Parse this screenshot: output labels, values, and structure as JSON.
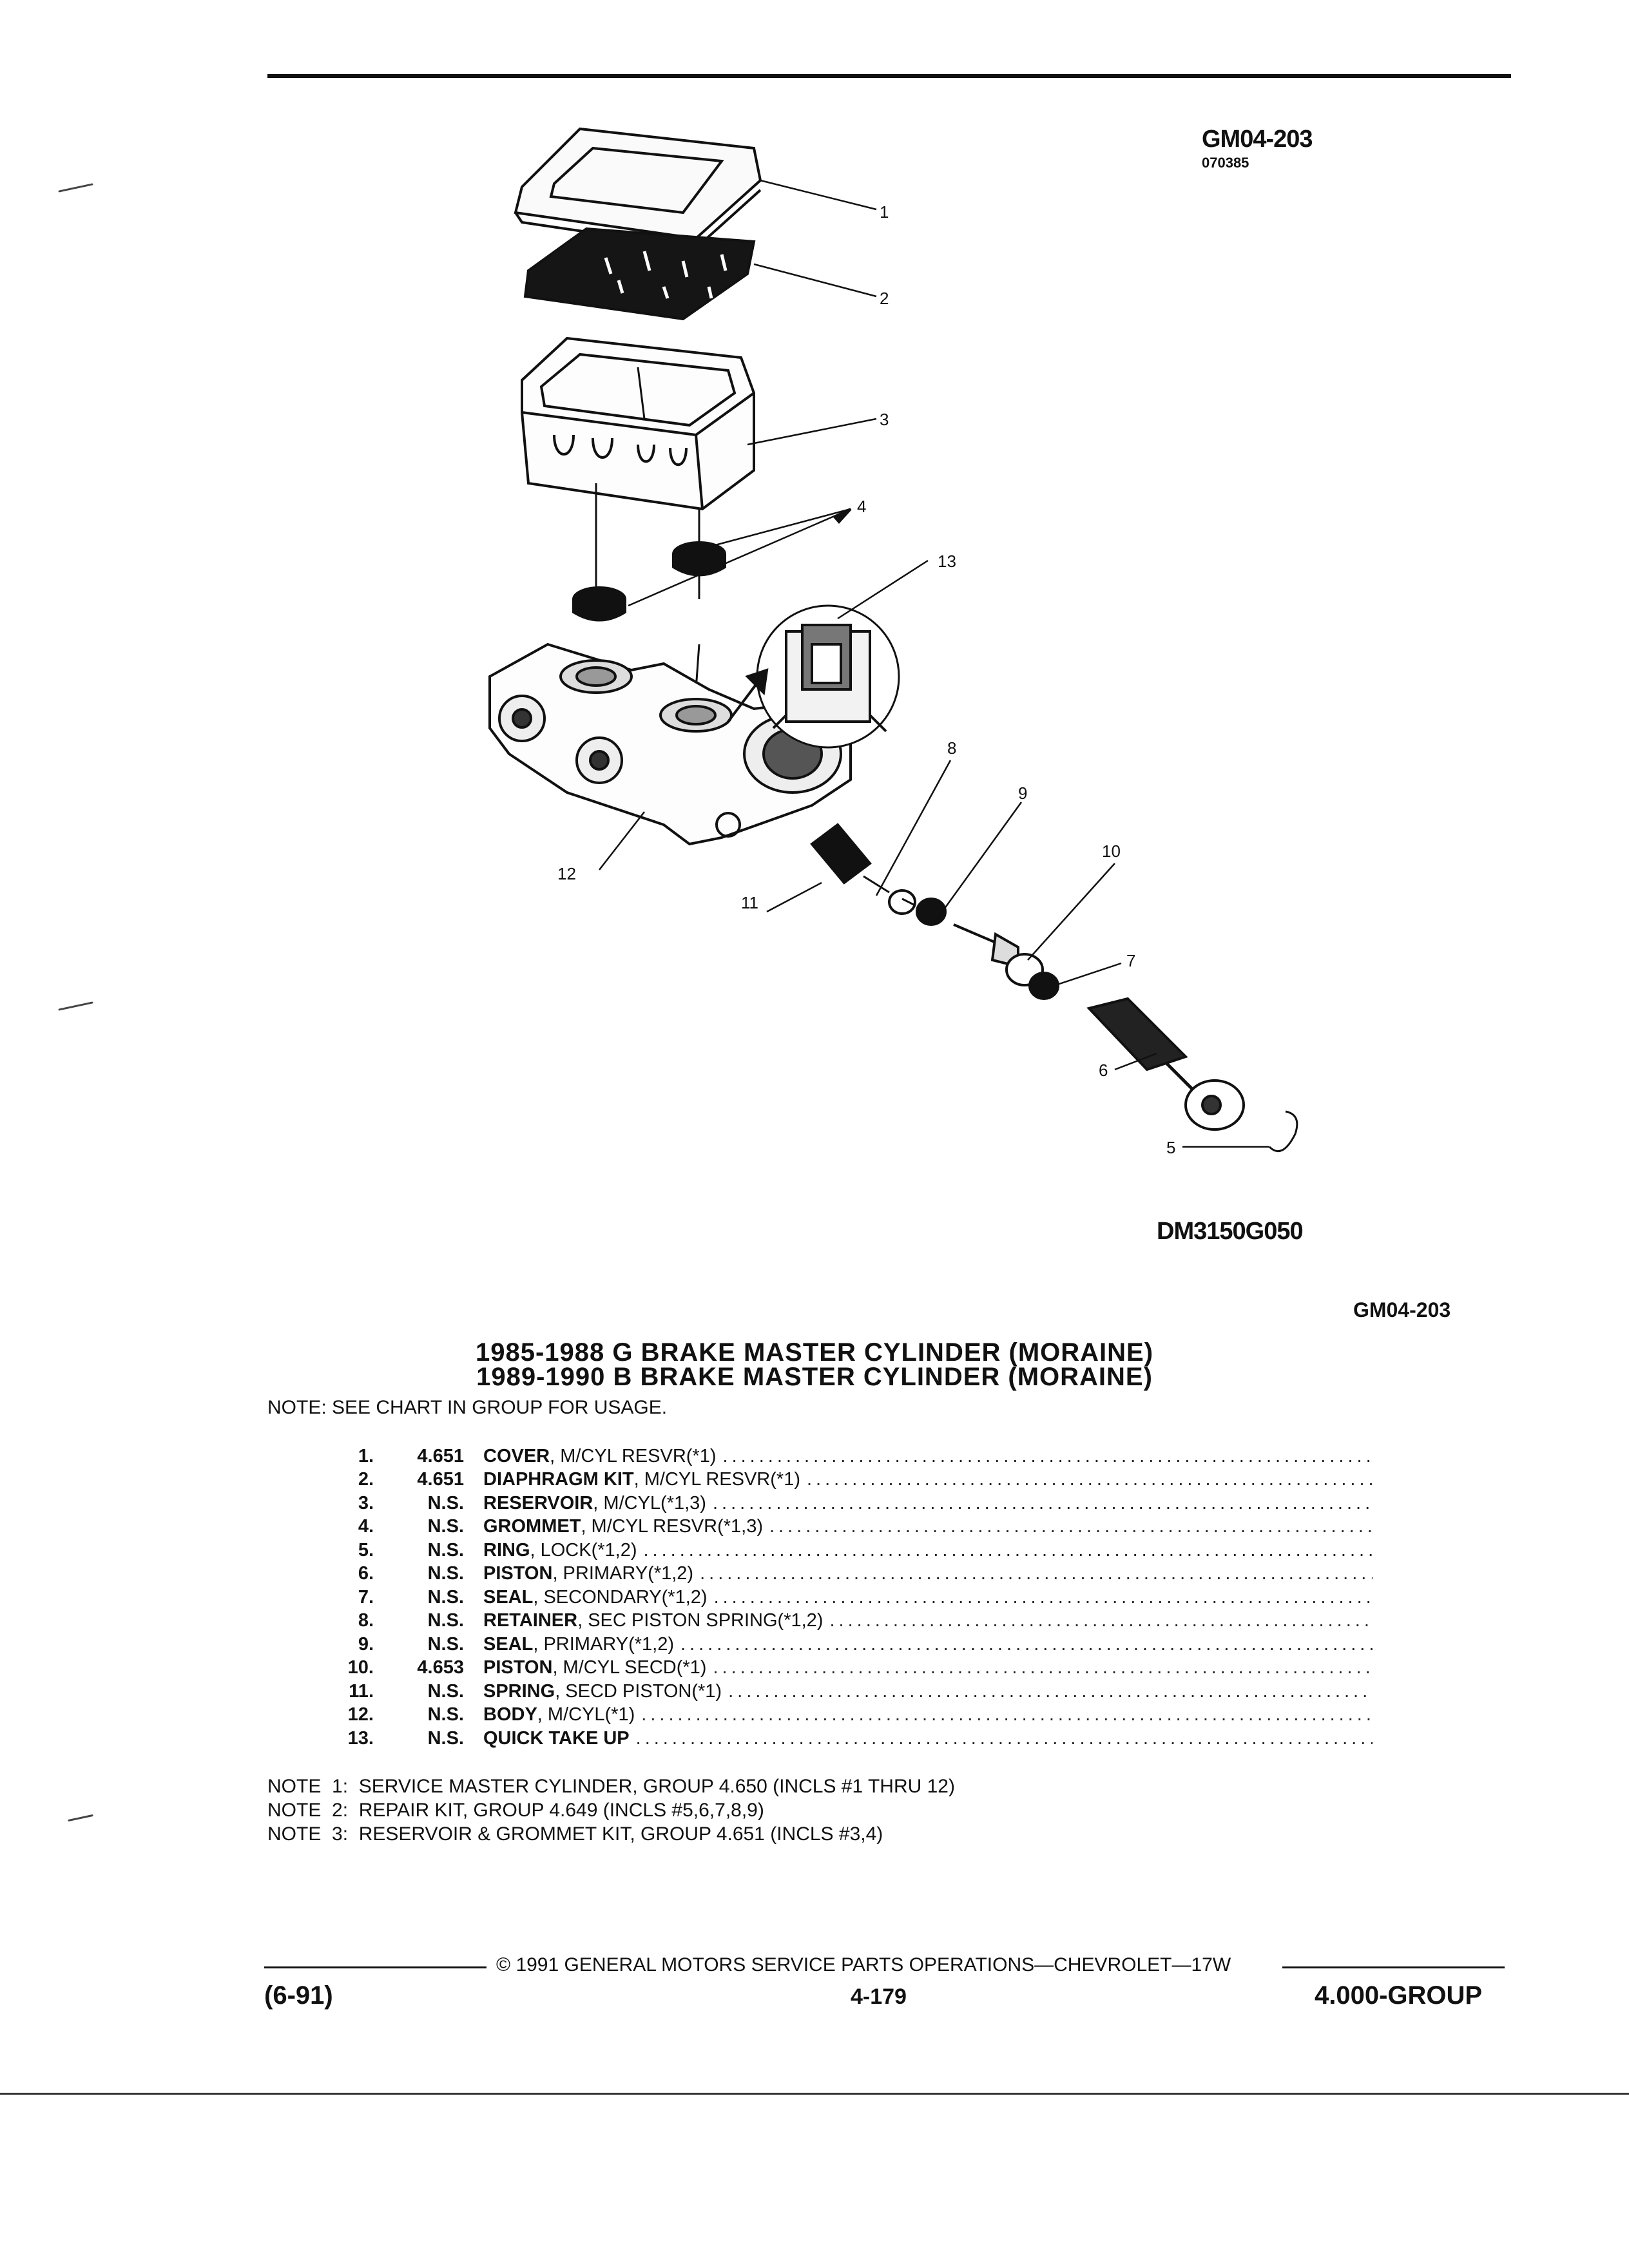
{
  "figure": {
    "code": "GM04-203",
    "date_code": "070385",
    "drawing_number": "DM3150G050",
    "callouts": [
      "1",
      "2",
      "3",
      "4",
      "5",
      "6",
      "7",
      "8",
      "9",
      "10",
      "11",
      "12",
      "13"
    ]
  },
  "page_code": "GM04-203",
  "title_lines": [
    "1985-1988 G BRAKE MASTER CYLINDER (MORAINE)",
    "1989-1990 B BRAKE MASTER CYLINDER (MORAINE)"
  ],
  "note_usage": "NOTE: SEE CHART IN GROUP FOR USAGE.",
  "parts": [
    {
      "num": "1.",
      "group": "4.651",
      "name": "COVER",
      "desc": ", M/CYL RESVR(*1)"
    },
    {
      "num": "2.",
      "group": "4.651",
      "name": "DIAPHRAGM KIT",
      "desc": ", M/CYL RESVR(*1)"
    },
    {
      "num": "3.",
      "group": "N.S.",
      "name": "RESERVOIR",
      "desc": ", M/CYL(*1,3)"
    },
    {
      "num": "4.",
      "group": "N.S.",
      "name": "GROMMET",
      "desc": ", M/CYL RESVR(*1,3)"
    },
    {
      "num": "5.",
      "group": "N.S.",
      "name": "RING",
      "desc": ", LOCK(*1,2)"
    },
    {
      "num": "6.",
      "group": "N.S.",
      "name": "PISTON",
      "desc": ", PRIMARY(*1,2)"
    },
    {
      "num": "7.",
      "group": "N.S.",
      "name": "SEAL",
      "desc": ", SECONDARY(*1,2)"
    },
    {
      "num": "8.",
      "group": "N.S.",
      "name": "RETAINER",
      "desc": ", SEC PISTON SPRING(*1,2)"
    },
    {
      "num": "9.",
      "group": "N.S.",
      "name": "SEAL",
      "desc": ", PRIMARY(*1,2)"
    },
    {
      "num": "10.",
      "group": "4.653",
      "name": "PISTON",
      "desc": ", M/CYL SECD(*1)"
    },
    {
      "num": "11.",
      "group": "N.S.",
      "name": "SPRING",
      "desc": ", SECD PISTON(*1)"
    },
    {
      "num": "12.",
      "group": "N.S.",
      "name": "BODY",
      "desc": ", M/CYL(*1)"
    },
    {
      "num": "13.",
      "group": "N.S.",
      "name": "QUICK TAKE UP",
      "desc": ""
    }
  ],
  "notes": [
    "NOTE  1:  SERVICE MASTER CYLINDER, GROUP 4.650 (INCLS #1 THRU 12)",
    "NOTE  2:  REPAIR KIT, GROUP 4.649 (INCLS #5,6,7,8,9)",
    "NOTE  3:  RESERVOIR & GROMMET KIT, GROUP 4.651 (INCLS #3,4)"
  ],
  "footer": {
    "copyright": "© 1991 GENERAL MOTORS SERVICE PARTS OPERATIONS—CHEVROLET—17W",
    "revision": "(6-91)",
    "page_number": "4-179",
    "group": "4.000-GROUP"
  }
}
